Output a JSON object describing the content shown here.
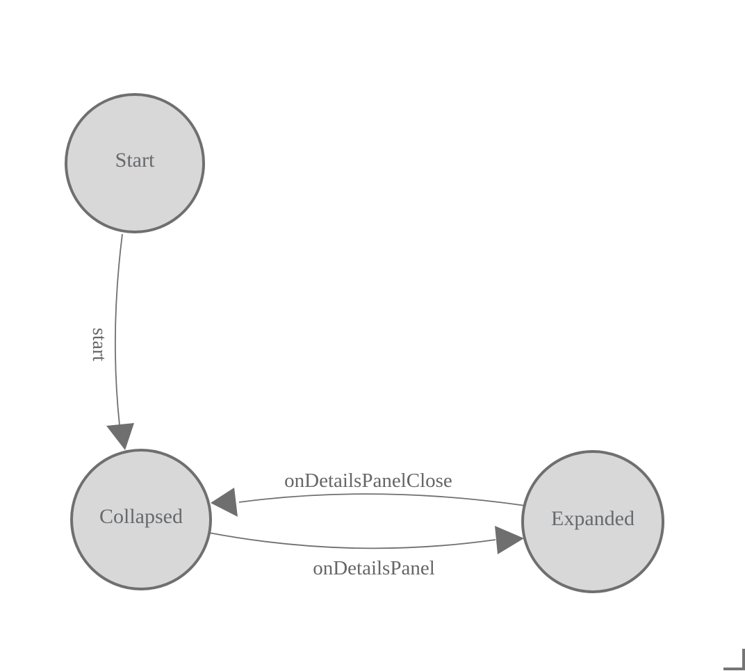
{
  "diagram": {
    "type": "state-machine",
    "background_color": "#ffffff",
    "colors": {
      "node_fill": "#d8d8d8",
      "node_stroke": "#6f6f6f",
      "edge": "#6f6f6f",
      "node_label": "#66696d",
      "edge_label": "#666666",
      "resize_handle": "#757575"
    },
    "nodes": [
      {
        "id": "start",
        "label": "Start"
      },
      {
        "id": "collapsed",
        "label": "Collapsed"
      },
      {
        "id": "expanded",
        "label": "Expanded"
      }
    ],
    "edges": [
      {
        "from": "start",
        "to": "collapsed",
        "label": "start"
      },
      {
        "from": "collapsed",
        "to": "expanded",
        "label": "onDetailsPanel"
      },
      {
        "from": "expanded",
        "to": "collapsed",
        "label": "onDetailsPanelClose"
      }
    ]
  }
}
